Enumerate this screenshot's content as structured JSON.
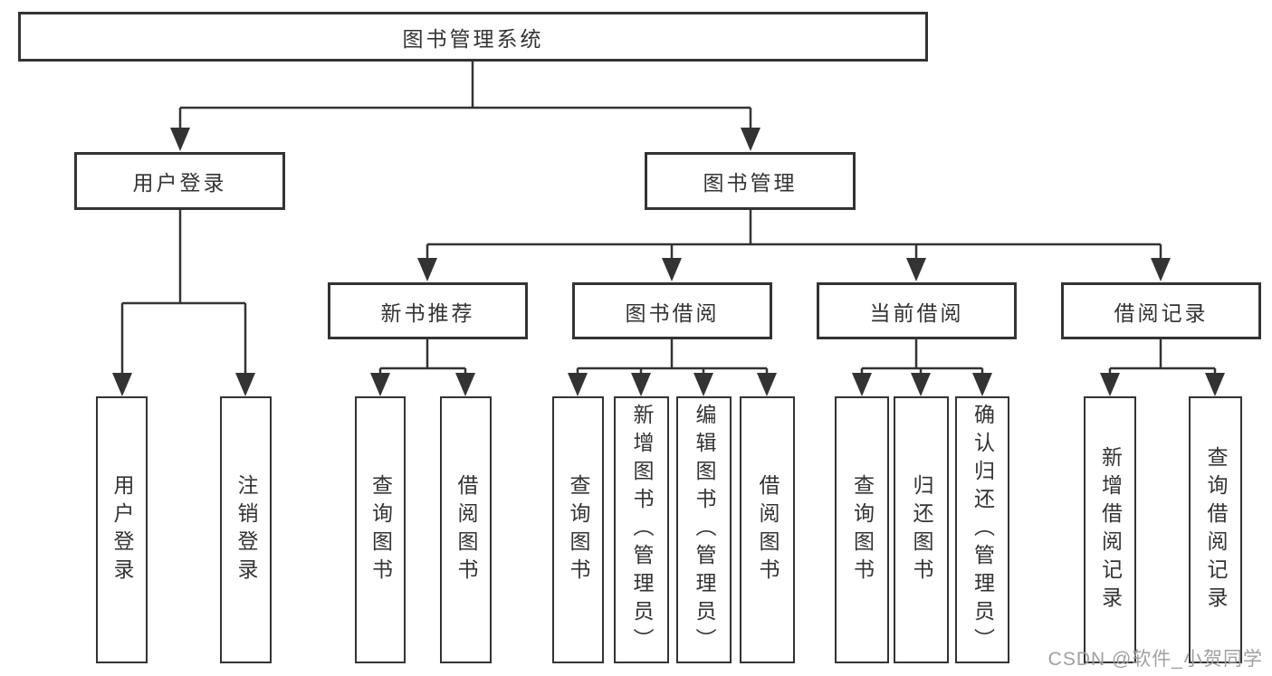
{
  "diagram_type": "functional-structure-tree",
  "tree": {
    "root": {
      "label": "图书管理系统"
    },
    "children": [
      {
        "label": "用户登录",
        "children": [
          {
            "label": "用户登录"
          },
          {
            "label": "注销登录"
          }
        ]
      },
      {
        "label": "图书管理",
        "children": [
          {
            "label": "新书推荐",
            "children": [
              {
                "label": "查询图书"
              },
              {
                "label": "借阅图书"
              }
            ]
          },
          {
            "label": "图书借阅",
            "children": [
              {
                "label": "查询图书"
              },
              {
                "label": "新增图书（管理员）"
              },
              {
                "label": "编辑图书（管理员）"
              },
              {
                "label": "借阅图书"
              }
            ]
          },
          {
            "label": "当前借阅",
            "children": [
              {
                "label": "查询图书"
              },
              {
                "label": "归还图书"
              },
              {
                "label": "确认归还（管理员）"
              }
            ]
          },
          {
            "label": "借阅记录",
            "children": [
              {
                "label": "新增借阅记录"
              },
              {
                "label": "查询借阅记录"
              }
            ]
          }
        ]
      }
    ]
  },
  "watermark": {
    "text": "CSDN @软件_小贺同学"
  },
  "colors": {
    "line": "#333333",
    "text": "#333333",
    "box_fill": "#ffffff",
    "background": "#ffffff",
    "watermark": "#a0a0a0"
  }
}
